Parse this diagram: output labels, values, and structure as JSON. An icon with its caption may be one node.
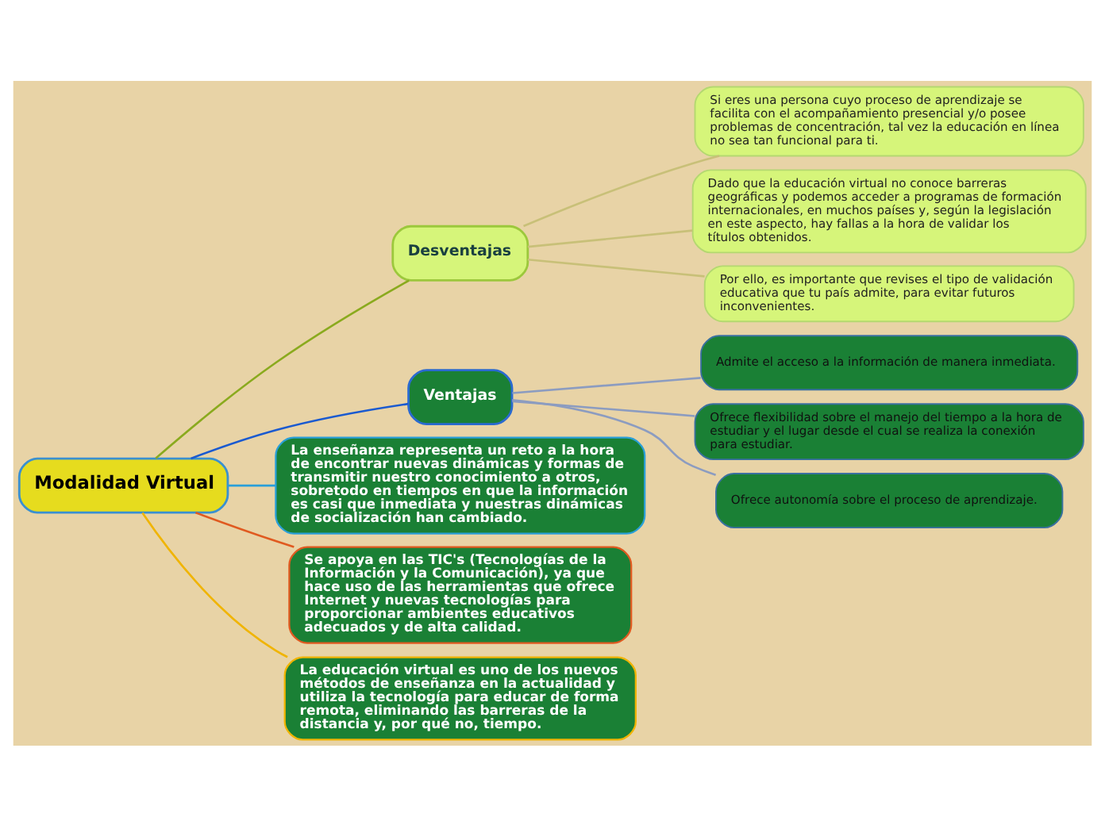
{
  "diagram": {
    "nodes": [
      {
        "text": [
          "Modalidad Virtual"
        ]
      },
      {
        "text": [
          "Desventajas"
        ]
      },
      {
        "text": [
          "Si eres una persona cuyo proceso de aprendizaje se facilita con el acompañamiento presencial y/o posee problemas de concentración, tal vez la educación en línea no sea tan funcional para ti."
        ]
      },
      {
        "text": [
          "Dado que la educación virtual no conoce barreras geográficas y podemos acceder a programas de formación internacionales, en muchos países y, según la legislación en este aspecto, hay fallas a la hora de validar los títulos obtenidos."
        ]
      },
      {
        "text": [
          "Por ello, es importante que revises el tipo de validación educativa que tu país admite, para evitar futuros inconvenientes."
        ]
      },
      {
        "text": [
          "Ventajas"
        ]
      },
      {
        "text": [
          "Admite el acceso a la información de manera inmediata."
        ]
      },
      {
        "text": [
          "Ofrece flexibilidad sobre el manejo del tiempo a la hora de estudiar y el lugar desde el cual se realiza la conexión para estudiar."
        ]
      },
      {
        "text": [
          "Ofrece autonomía sobre el proceso de aprendizaje."
        ]
      },
      {
        "text": [
          "La enseñanza representa un reto a la hora de encontrar nuevas dinámicas y formas de transmitir nuestro conocimiento a otros, sobretodo en tiempos en que la información es casi que inmediata y nuestras dinámicas de socialización han cambiado."
        ]
      },
      {
        "text": [
          "Se apoya en las TIC's (Tecnologías de la Información y la Comunicación), ya que hace uso de las herramientas que ofrece Internet y nuevas tecnologías para proporcionar ambientes educativos adecuados y de alta calidad."
        ]
      },
      {
        "text": [
          "La educación virtual es uno de los nuevos métodos de enseñanza en la actualidad y utiliza la tecnología para educar de forma remota, eliminando las barreras de la distancia y, por qué no, tiempo."
        ]
      }
    ],
    "edges": [
      {
        "from": 0,
        "to": 1,
        "arrow": "none",
        "color": "#8aaa1e"
      },
      {
        "from": 1,
        "to": 2,
        "arrow": "none",
        "color": "#c8c078"
      },
      {
        "from": 1,
        "to": 3,
        "arrow": "none",
        "color": "#c8c078"
      },
      {
        "from": 1,
        "to": 4,
        "arrow": "none",
        "color": "#c8c078"
      },
      {
        "from": 0,
        "to": 5,
        "arrow": "none",
        "color": "#1a5ad0"
      },
      {
        "from": 5,
        "to": 6,
        "arrow": "none",
        "color": "#8c9cc0"
      },
      {
        "from": 5,
        "to": 7,
        "arrow": "none",
        "color": "#8c9cc0"
      },
      {
        "from": 5,
        "to": 8,
        "arrow": "none",
        "color": "#8c9cc0"
      },
      {
        "from": 0,
        "to": 9,
        "arrow": "none",
        "color": "#2a9fd8"
      },
      {
        "from": 0,
        "to": 10,
        "arrow": "none",
        "color": "#e05a20"
      },
      {
        "from": 0,
        "to": 11,
        "arrow": "none",
        "color": "#f0b400"
      }
    ]
  }
}
